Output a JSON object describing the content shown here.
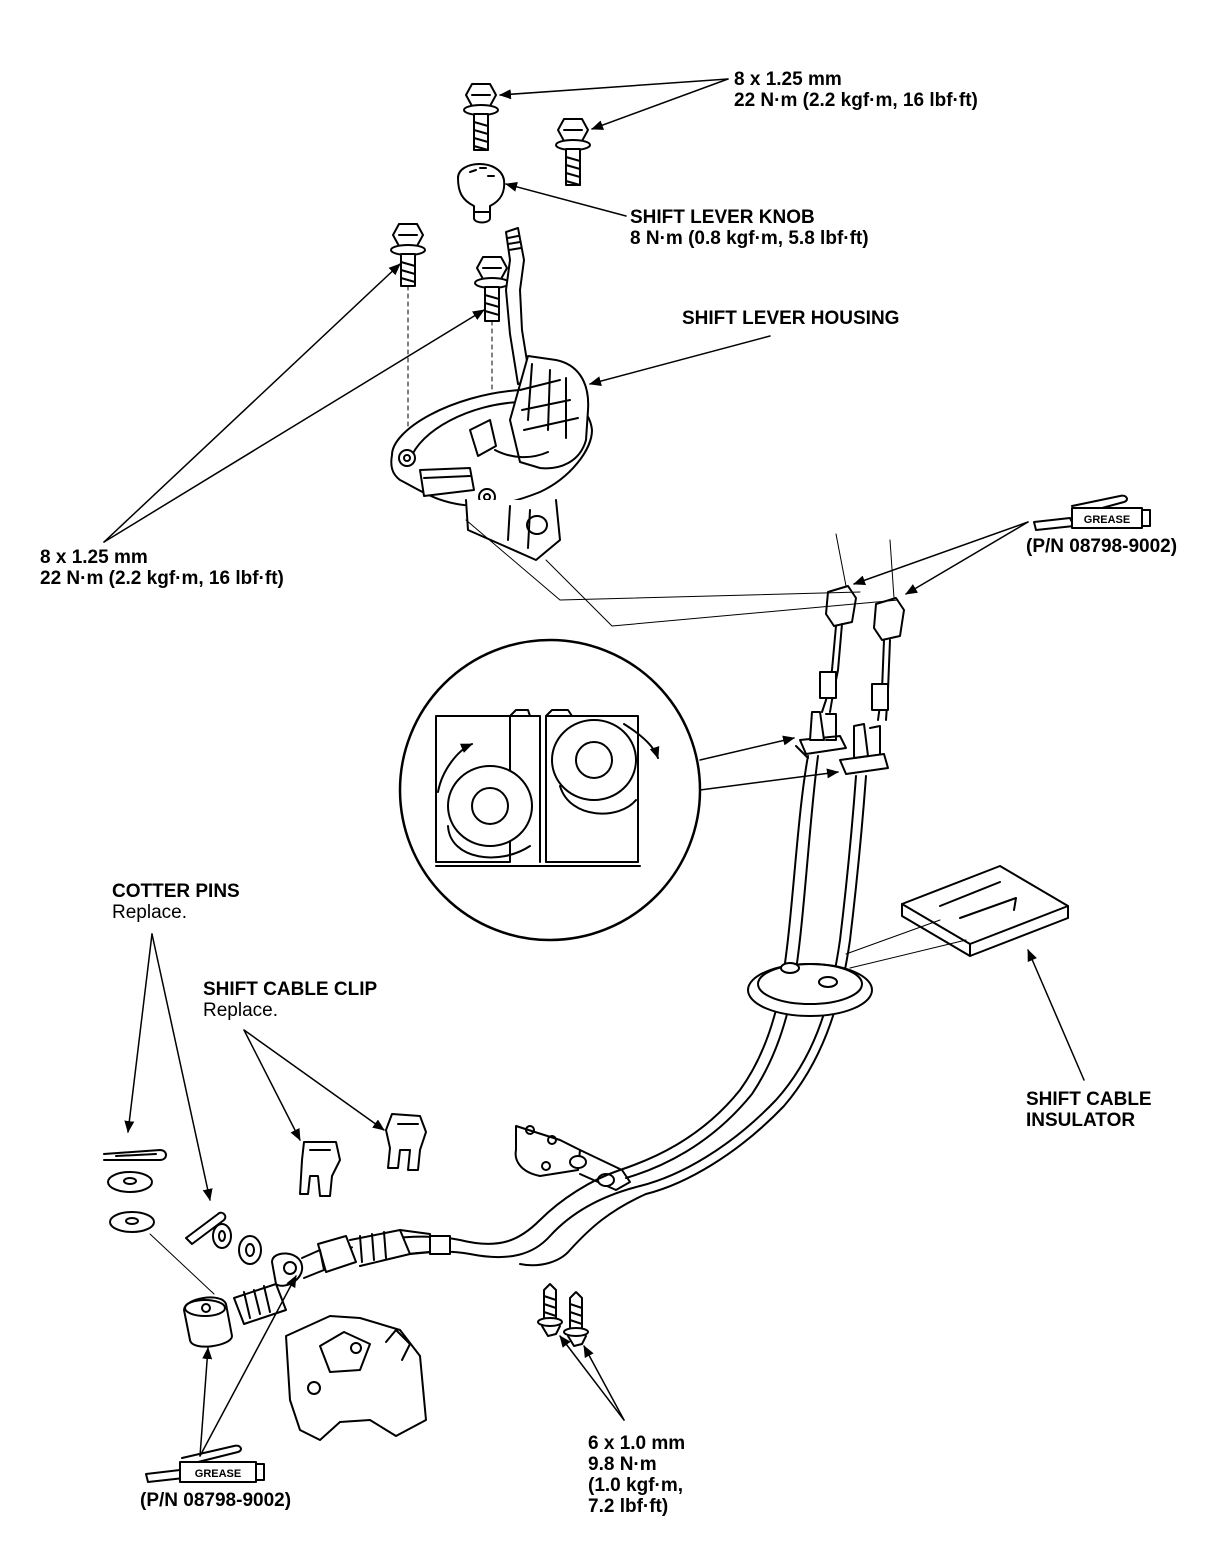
{
  "labels": {
    "bolts_top": {
      "size": "8 x 1.25 mm",
      "torque": "22 N·m (2.2 kgf·m, 16 lbf·ft)"
    },
    "knob": {
      "name": "SHIFT LEVER KNOB",
      "torque": "8 N·m (0.8 kgf·m, 5.8 lbf·ft)"
    },
    "housing": {
      "name": "SHIFT LEVER HOUSING"
    },
    "bolts_left": {
      "size": "8 x 1.25 mm",
      "torque": "22 N·m (2.2 kgf·m, 16 lbf·ft)"
    },
    "grease_top": {
      "tag": "GREASE",
      "part_number": "(P/N 08798-9002)"
    },
    "cotter_pins": {
      "name": "COTTER PINS",
      "note": "Replace."
    },
    "cable_clip": {
      "name": "SHIFT CABLE CLIP",
      "note": "Replace."
    },
    "insulator": {
      "line1": "SHIFT CABLE",
      "line2": "INSULATOR"
    },
    "small_bolts": {
      "size": "6 x 1.0 mm",
      "torque1": "9.8 N·m",
      "torque2": "(1.0 kgf·m,",
      "torque3": "7.2 lbf·ft)"
    },
    "grease_bottom": {
      "tag": "GREASE",
      "part_number": "(P/N 08798-9002)"
    }
  }
}
